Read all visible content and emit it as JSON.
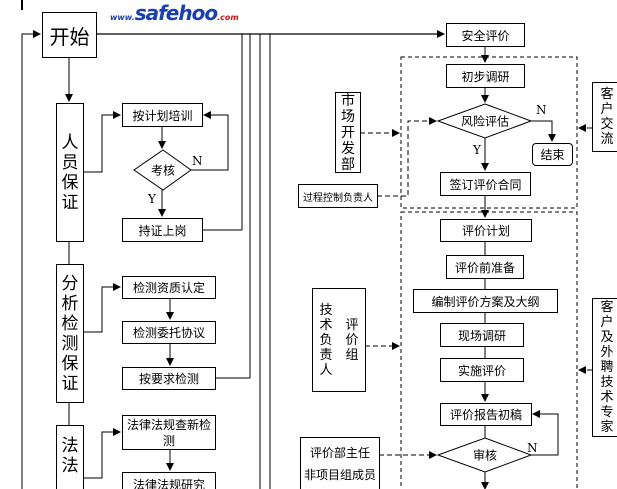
{
  "start": "开始",
  "left": {
    "personnel": {
      "label": "人员保证",
      "steps": [
        "按计划培训",
        "持证上岗"
      ],
      "decision": "考核",
      "yes": "Y",
      "no": "N"
    },
    "testing": {
      "label": "分析检测保证",
      "steps": [
        "检测资质认定",
        "检测委托协议",
        "按要求检测"
      ]
    },
    "law": {
      "label": "法法",
      "steps": [
        "法律法规查新检测",
        "法律法规研究"
      ]
    }
  },
  "right": {
    "safety_eval": "安全评价",
    "stage1": {
      "steps": [
        "初步调研",
        "签订评价合同"
      ],
      "decision": "风险评估",
      "yes": "Y",
      "no": "N",
      "end": "结束"
    },
    "stage2": {
      "steps": [
        "评价计划",
        "评价前准备",
        "编制评价方案及大纲",
        "现场调研",
        "实施评价",
        "评价报告初稿"
      ],
      "decision": "审核",
      "no": "N"
    },
    "market_dept": "市场开发部",
    "process_owner": "过程控制负责人",
    "customer_comm": "客户交流",
    "tech_lead": "技术负责人",
    "eval_group": "评价组",
    "dept_head": "评价部主任",
    "non_member": "非项目组成员",
    "customer_experts": "客户及外聘技术专家"
  },
  "watermark": {
    "prefix": "www.",
    "brand": "safehoo",
    "suffix": ".com",
    "color": "#1a3fb0",
    "suffix_color": "#d01010"
  }
}
